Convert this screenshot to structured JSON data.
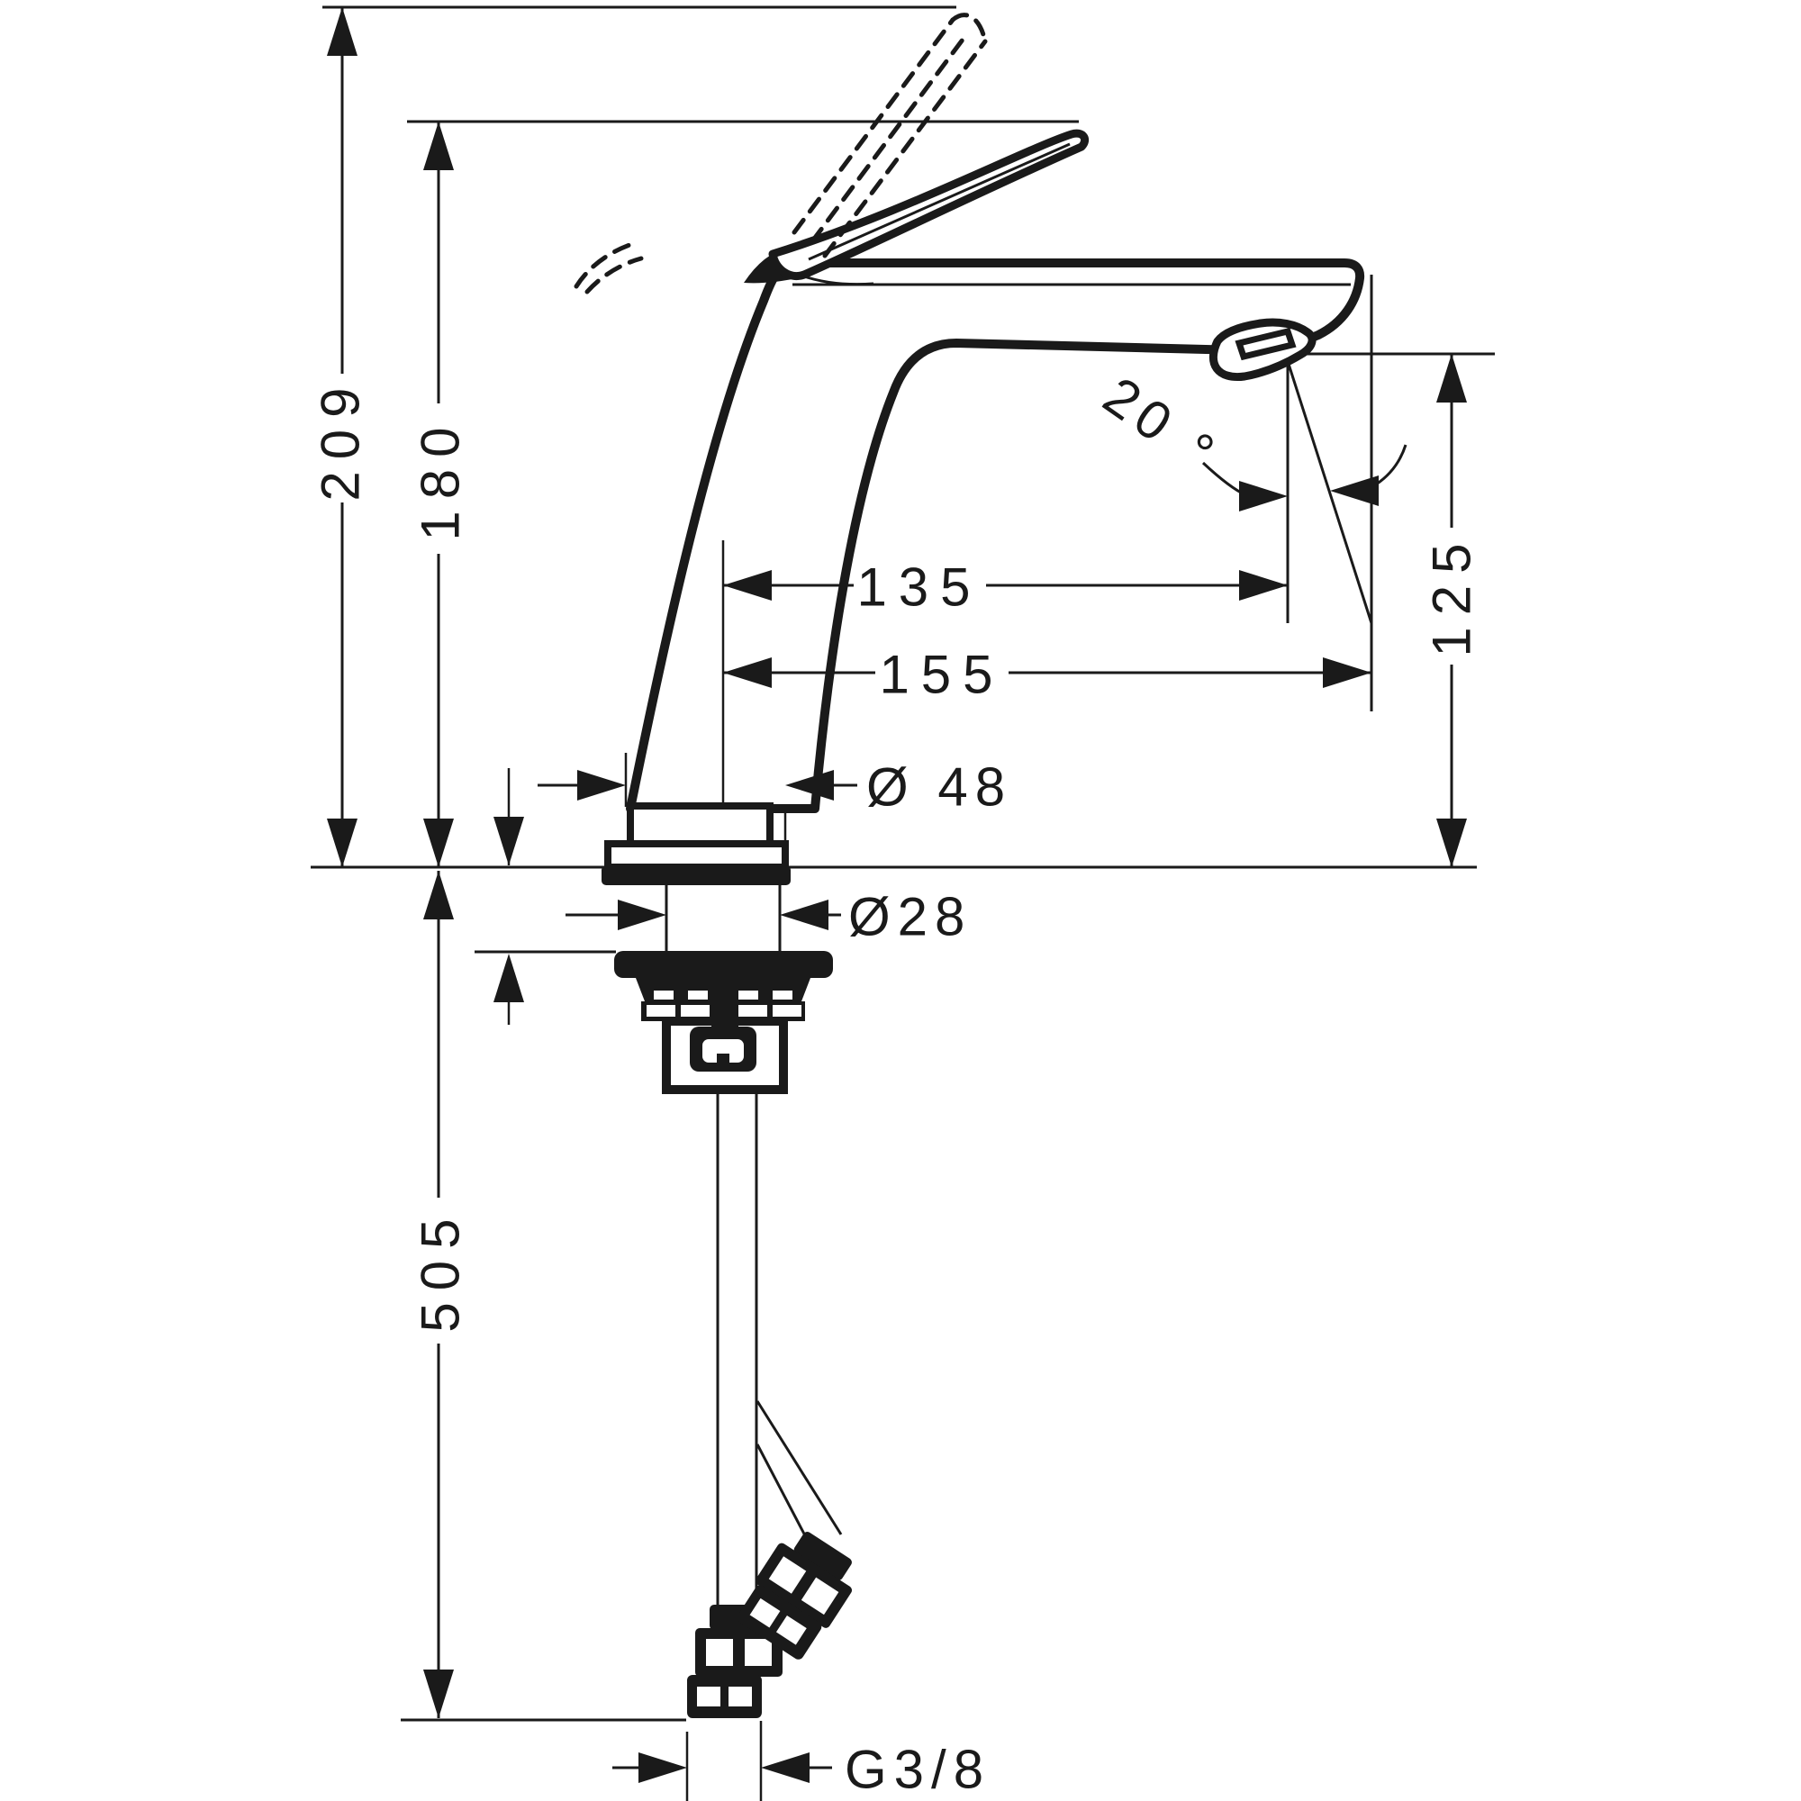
{
  "drawing": {
    "title": "Single-lever basin mixer faucet — dimensioned side elevation",
    "style": "black line technical drawing on white",
    "units": "mm",
    "colors": {
      "line": "#1a1a1a",
      "background": "#ffffff"
    }
  },
  "dims": {
    "overall_height": "209",
    "spout_top_height": "180",
    "hose_length": "505",
    "outlet_reach": "135",
    "front_reach": "155",
    "outlet_height": "125",
    "stream_angle": "20 °",
    "base_diameter": "Ø 48",
    "shank_diameter": "Ø28",
    "connection_thread": "G3/8"
  }
}
